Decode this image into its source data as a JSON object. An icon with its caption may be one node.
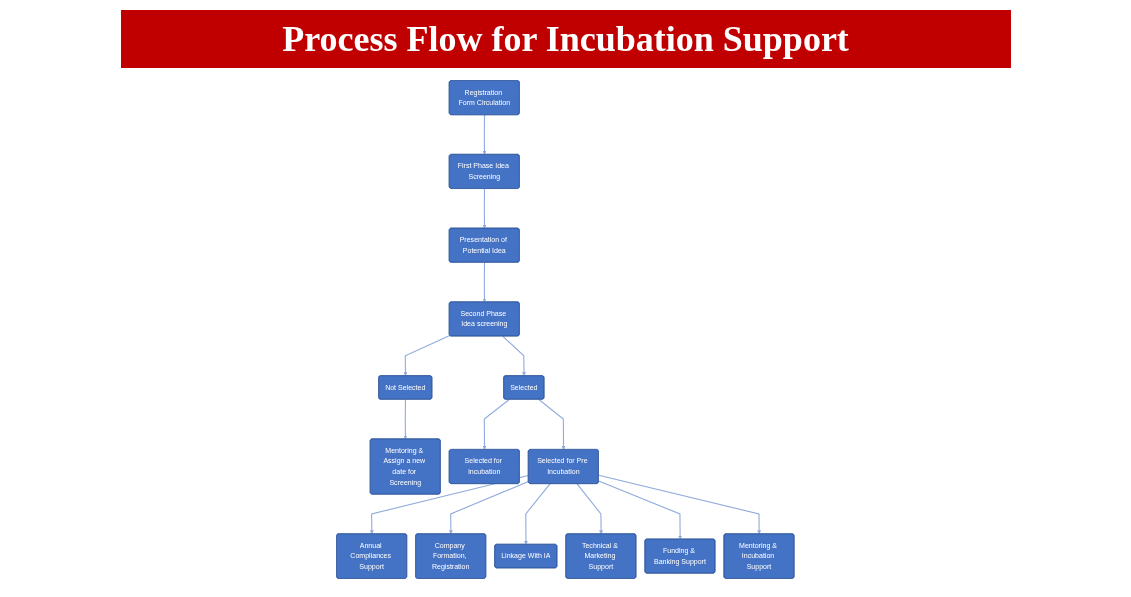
{
  "diagram": {
    "title": "Process Flow for Incubation Support",
    "nodes": [
      {
        "text": [
          "Registration Form Circulation"
        ]
      },
      {
        "text": [
          "First Phase Idea Screening"
        ]
      },
      {
        "text": [
          "Presentation of Potential Idea"
        ]
      },
      {
        "text": [
          "Second Phase Idea screening"
        ]
      },
      {
        "text": [
          "Not Selected"
        ]
      },
      {
        "text": [
          "Mentoring & Assign a new date for Screening"
        ]
      },
      {
        "text": [
          "Selected"
        ]
      },
      {
        "text": [
          "Selected for incubation"
        ]
      },
      {
        "text": [
          "Selected for Pre Incubation"
        ]
      },
      {
        "text": [
          "Annual Compliances Support"
        ]
      },
      {
        "text": [
          "Company Formation, Registration"
        ]
      },
      {
        "text": [
          "Linkage With IA"
        ]
      },
      {
        "text": [
          "Technical & Marketing Support"
        ]
      },
      {
        "text": [
          "Funding & Banking Support"
        ]
      },
      {
        "text": [
          "Mentoring & Incubation Support"
        ]
      }
    ],
    "edges": [
      {
        "from": 0,
        "to": 1,
        "arrow": "to"
      },
      {
        "from": 1,
        "to": 2,
        "arrow": "to"
      },
      {
        "from": 2,
        "to": 3,
        "arrow": "to"
      },
      {
        "from": 3,
        "to": 4,
        "arrow": "to"
      },
      {
        "from": 3,
        "to": 6,
        "arrow": "to"
      },
      {
        "from": 4,
        "to": 5,
        "arrow": "to"
      },
      {
        "from": 6,
        "to": 7,
        "arrow": "to"
      },
      {
        "from": 6,
        "to": 8,
        "arrow": "to"
      },
      {
        "from": 8,
        "to": 9,
        "arrow": "to"
      },
      {
        "from": 8,
        "to": 10,
        "arrow": "to"
      },
      {
        "from": 8,
        "to": 11,
        "arrow": "to"
      },
      {
        "from": 8,
        "to": 12,
        "arrow": "to"
      },
      {
        "from": 8,
        "to": 13,
        "arrow": "to"
      },
      {
        "from": 8,
        "to": 14,
        "arrow": "to"
      }
    ]
  }
}
